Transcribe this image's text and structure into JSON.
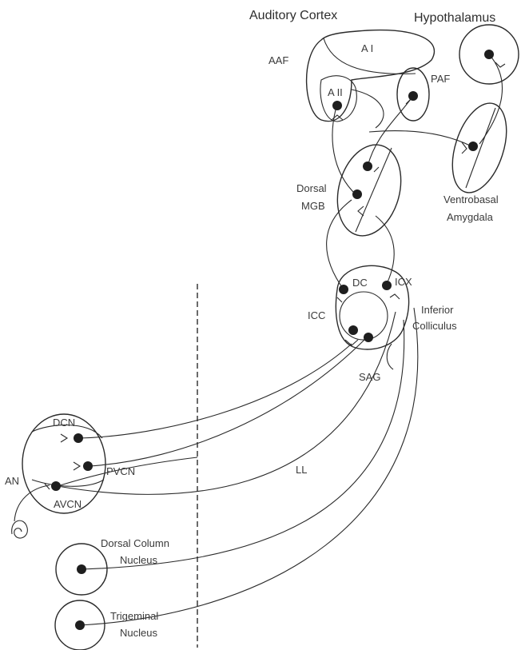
{
  "labels": {
    "auditory_cortex": "Auditory Cortex",
    "hypothalamus": "Hypothalamus",
    "aaf": "AAF",
    "ai": "A I",
    "aii": "A II",
    "paf": "PAF",
    "dorsal": "Dorsal",
    "mgb": "MGB",
    "ventrobasal": "Ventrobasal",
    "amygdala": "Amygdala",
    "dc": "DC",
    "icx": "ICX",
    "icc": "ICC",
    "inferior": "Inferior",
    "colliculus": "Colliculus",
    "sag": "SAG",
    "dcn": "DCN",
    "pvcn": "PVCN",
    "avcn": "AVCN",
    "an": "AN",
    "ll": "LL",
    "dorsal_column": "Dorsal Column",
    "dorsal_column_nucleus": "Nucleus",
    "trigeminal": "Trigeminal",
    "trigeminal_nucleus": "Nucleus"
  },
  "colors": {
    "ink": "#2a2a2a",
    "text": "#3a3a3a",
    "background": "#ffffff"
  }
}
